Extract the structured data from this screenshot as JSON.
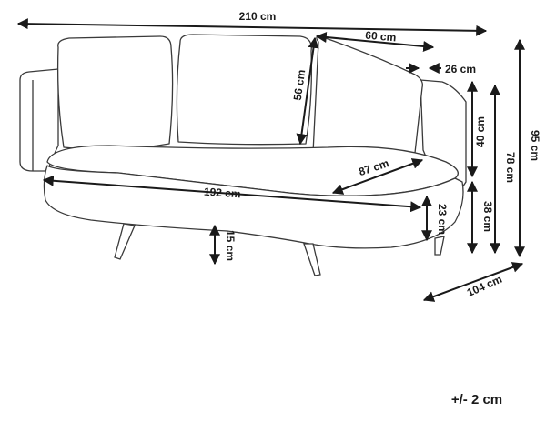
{
  "dimensions": {
    "total_width": "210 cm",
    "cushion_width": "60 cm",
    "cushion_depth": "26 cm",
    "cushion_height": "56 cm",
    "backrest_height": "40 cm",
    "total_height": "95 cm",
    "arm_height": "78 cm",
    "seat_depth": "87 cm",
    "seat_width": "192 cm",
    "seat_thickness": "23 cm",
    "seat_height": "38 cm",
    "leg_height": "15 cm",
    "total_depth": "104 cm"
  },
  "tolerance": "+/- 2 cm",
  "colors": {
    "line": "#3a3a3a",
    "text": "#1a1a1a"
  }
}
